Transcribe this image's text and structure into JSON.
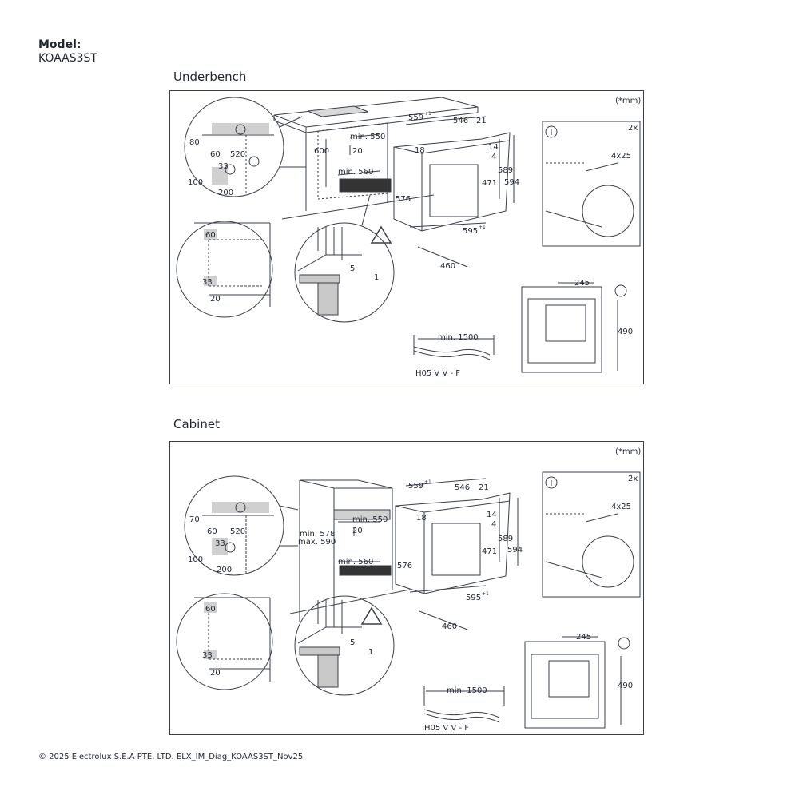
{
  "header": {
    "model_label": "Model:",
    "model_value": "KOAAS3ST"
  },
  "sections": [
    {
      "title": "Underbench",
      "unit_note": "(*mm)",
      "callout_top": [
        "80",
        "60",
        "520",
        "33",
        "100",
        "200"
      ],
      "callout_bottom": [
        "60",
        "33",
        "20"
      ],
      "niche": {
        "height": "600",
        "depth": "min. 550",
        "gap": "20",
        "width": "min. 560"
      },
      "oven": {
        "w1": "559",
        "w1_sup": "+1",
        "w2": "546",
        "w3": "21",
        "d1": "18",
        "d2": "14",
        "d3": "4",
        "h1": "576",
        "h2": "471",
        "h3": "589",
        "h4": "594",
        "width": "595",
        "width_sup": "+1",
        "depth": "460"
      },
      "detail": {
        "a": "5",
        "b": "1"
      },
      "cable": {
        "min": "min. 1500",
        "code": "H05 V V - F"
      },
      "info": {
        "count": "2x",
        "screw": "4x25"
      },
      "front": {
        "w": "245",
        "h": "490"
      }
    },
    {
      "title": "Cabinet",
      "unit_note": "(*mm)",
      "callout_top": [
        "70",
        "60",
        "520",
        "33",
        "100",
        "200"
      ],
      "callout_bottom": [
        "60",
        "33",
        "20"
      ],
      "niche": {
        "height_min": "min. 578",
        "height_max": "max. 590",
        "depth": "min. 550",
        "gap": "20",
        "width": "min. 560"
      },
      "oven": {
        "w1": "559",
        "w1_sup": "+1",
        "w2": "546",
        "w3": "21",
        "d1": "18",
        "d2": "14",
        "d3": "4",
        "h1": "576",
        "h2": "471",
        "h3": "589",
        "h4": "594",
        "width": "595",
        "width_sup": "+1",
        "depth": "460"
      },
      "detail": {
        "a": "5",
        "b": "1"
      },
      "cable": {
        "min": "min. 1500",
        "code": "H05 V V - F"
      },
      "info": {
        "count": "2x",
        "screw": "4x25"
      },
      "front": {
        "w": "245",
        "h": "490"
      }
    }
  ],
  "footer": {
    "text": "© 2025 Electrolux S.E.A PTE. LTD. ELX_IM_Diag_KOAAS3ST_Nov25"
  }
}
